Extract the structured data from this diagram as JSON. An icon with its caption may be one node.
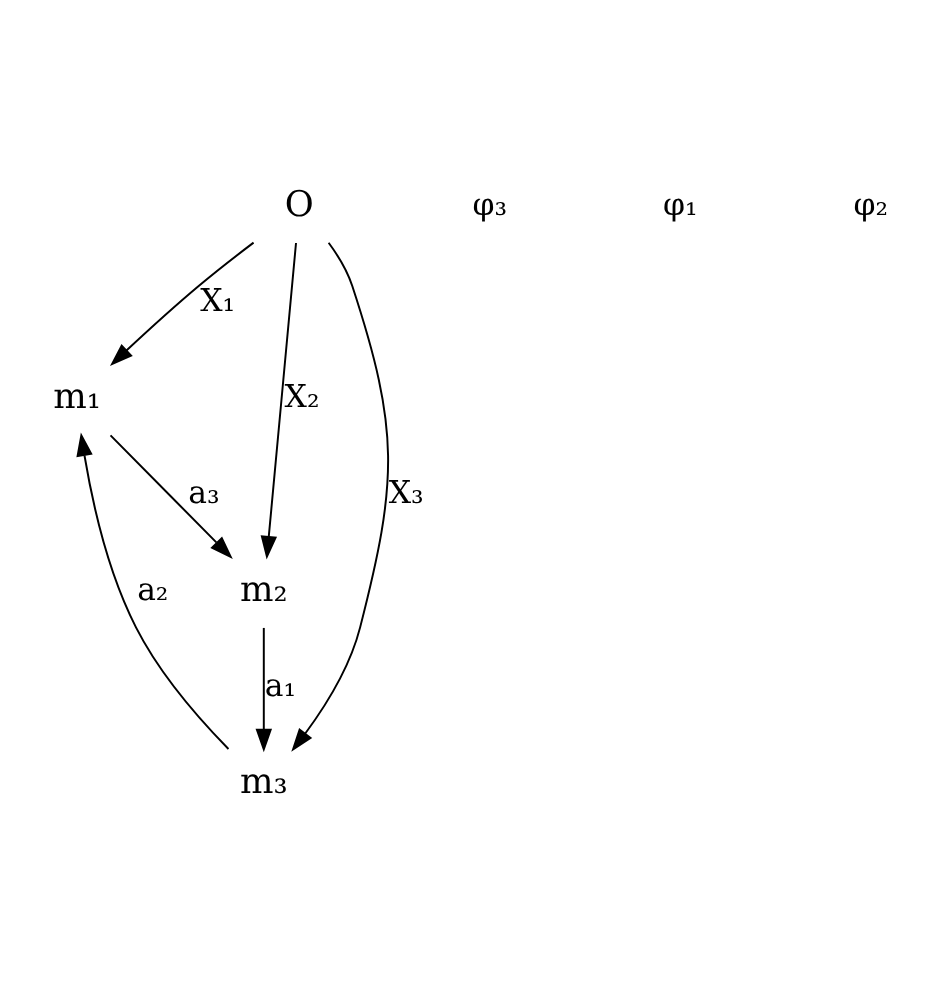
{
  "diagram": {
    "nodes": [
      {
        "text": [
          "m₁"
        ]
      },
      {
        "text": [
          "m₂"
        ]
      },
      {
        "text": [
          "O"
        ]
      },
      {
        "text": [
          "m₃"
        ]
      }
    ],
    "edges": [
      {
        "from": 0,
        "to": 1,
        "arrow": "to",
        "label": "a₃"
      },
      {
        "from": 2,
        "to": 0,
        "arrow": "to",
        "label": "X₁"
      },
      {
        "from": 2,
        "to": 1,
        "arrow": "to",
        "label": "X₂"
      },
      {
        "from": 1,
        "to": 3,
        "arrow": "to",
        "label": "a₁"
      },
      {
        "from": 2,
        "to": 3,
        "arrow": "to",
        "label": "X₃"
      },
      {
        "from": 3,
        "to": 0,
        "arrow": "to",
        "label": "a₂"
      }
    ],
    "labels": [
      "φ₃",
      "φ₁",
      "φ₂"
    ]
  }
}
